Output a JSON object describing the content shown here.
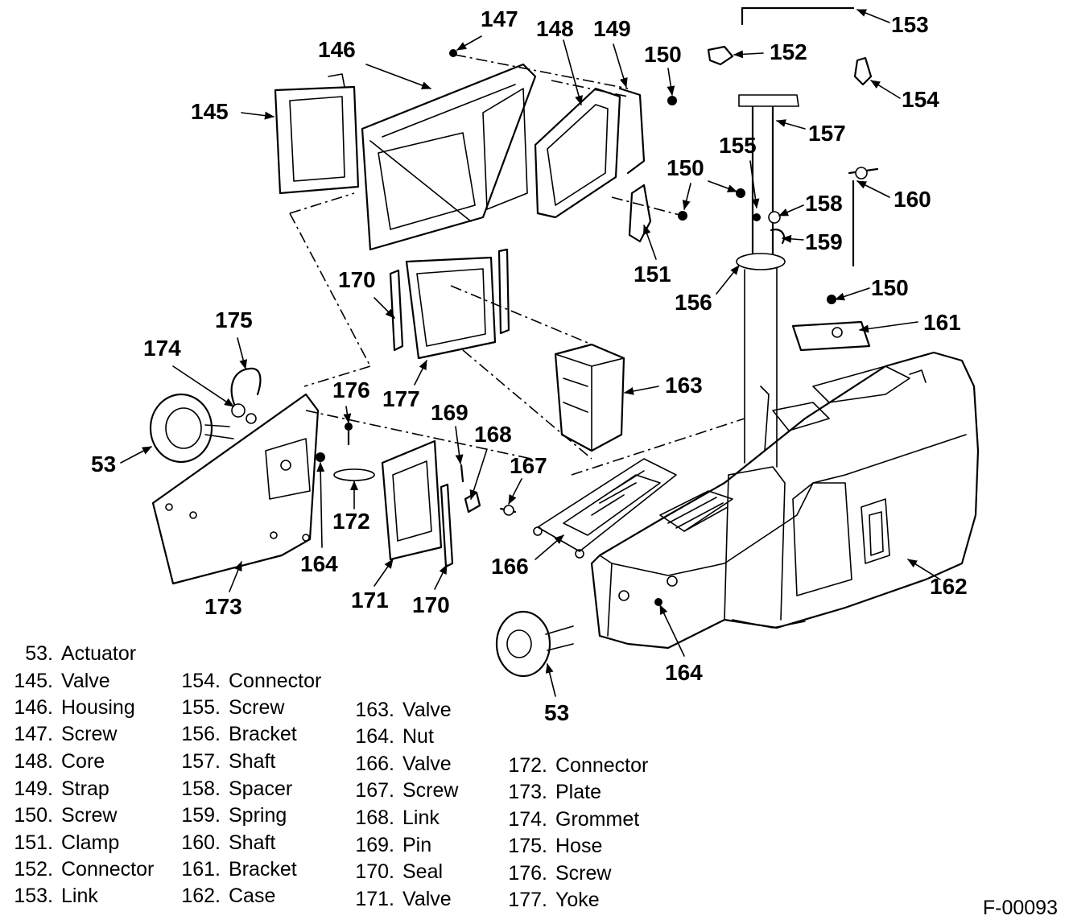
{
  "figure_id": "F-00093",
  "callouts": {
    "c53a": "53",
    "c53b": "53",
    "c145": "145",
    "c146": "146",
    "c147": "147",
    "c148": "148",
    "c149": "149",
    "c150a": "150",
    "c150b": "150",
    "c150c": "150",
    "c151": "151",
    "c152": "152",
    "c153": "153",
    "c154": "154",
    "c155": "155",
    "c156": "156",
    "c157": "157",
    "c158": "158",
    "c159": "159",
    "c160": "160",
    "c161": "161",
    "c162": "162",
    "c163": "163",
    "c164a": "164",
    "c164b": "164",
    "c166": "166",
    "c167": "167",
    "c168": "168",
    "c169": "169",
    "c170a": "170",
    "c170b": "170",
    "c171": "171",
    "c172": "172",
    "c173": "173",
    "c174": "174",
    "c175": "175",
    "c176": "176",
    "c177": "177"
  },
  "legend": {
    "col1": [
      {
        "num": "53.",
        "name": "Actuator"
      },
      {
        "num": "145.",
        "name": "Valve"
      },
      {
        "num": "146.",
        "name": "Housing"
      },
      {
        "num": "147.",
        "name": "Screw"
      },
      {
        "num": "148.",
        "name": "Core"
      },
      {
        "num": "149.",
        "name": "Strap"
      },
      {
        "num": "150.",
        "name": "Screw"
      },
      {
        "num": "151.",
        "name": "Clamp"
      },
      {
        "num": "152.",
        "name": "Connector"
      },
      {
        "num": "153.",
        "name": "Link"
      }
    ],
    "col2": [
      {
        "num": "154.",
        "name": "Connector"
      },
      {
        "num": "155.",
        "name": "Screw"
      },
      {
        "num": "156.",
        "name": "Bracket"
      },
      {
        "num": "157.",
        "name": "Shaft"
      },
      {
        "num": "158.",
        "name": "Spacer"
      },
      {
        "num": "159.",
        "name": "Spring"
      },
      {
        "num": "160.",
        "name": "Shaft"
      },
      {
        "num": "161.",
        "name": "Bracket"
      },
      {
        "num": "162.",
        "name": "Case"
      }
    ],
    "col3": [
      {
        "num": "163.",
        "name": "Valve"
      },
      {
        "num": "164.",
        "name": "Nut"
      },
      {
        "num": "166.",
        "name": "Valve"
      },
      {
        "num": "167.",
        "name": "Screw"
      },
      {
        "num": "168.",
        "name": "Link"
      },
      {
        "num": "169.",
        "name": "Pin"
      },
      {
        "num": "170.",
        "name": "Seal"
      },
      {
        "num": "171.",
        "name": "Valve"
      }
    ],
    "col4": [
      {
        "num": "172.",
        "name": "Connector"
      },
      {
        "num": "173.",
        "name": "Plate"
      },
      {
        "num": "174.",
        "name": "Grommet"
      },
      {
        "num": "175.",
        "name": "Hose"
      },
      {
        "num": "176.",
        "name": "Screw"
      },
      {
        "num": "177.",
        "name": "Yoke"
      }
    ]
  }
}
